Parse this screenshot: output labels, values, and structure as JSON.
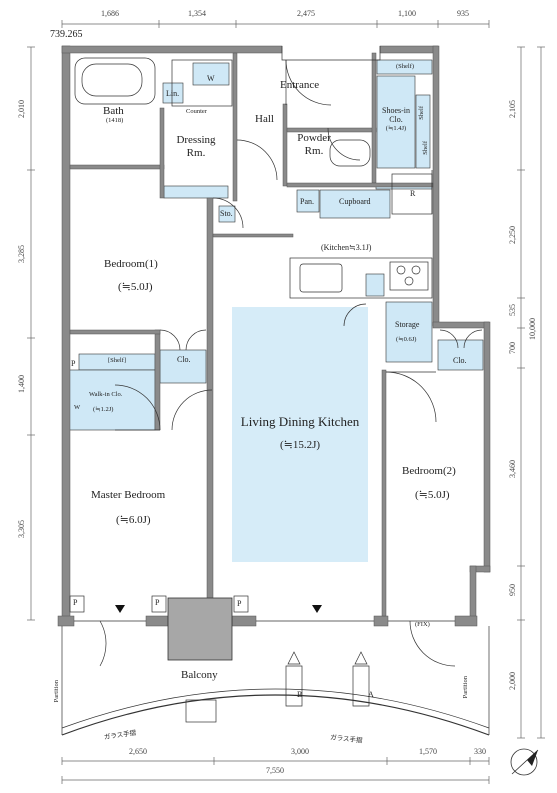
{
  "dims_top": [
    "1,686",
    "1,354",
    "2,475",
    "1,100",
    "935"
  ],
  "corner_value": "739.265",
  "dims_left": [
    "2,010",
    "3,285",
    "1,400",
    "3,305"
  ],
  "dims_right": [
    "2,105",
    "2,250",
    "535",
    "700",
    "3,460",
    "950",
    "2,000"
  ],
  "dim_right_total": "10,000",
  "dims_bottom": [
    "2,650",
    "3,000",
    "1,570",
    "330"
  ],
  "dim_bottom_total": "7,550",
  "rooms": {
    "bath": "Bath",
    "bath_sub": "(1418)",
    "lin": "Lin.",
    "w": "W",
    "counter": "Counter",
    "dressing": "Dressing",
    "dressing_2": "Rm.",
    "entrance": "Entrance",
    "hall": "Hall",
    "powder": "Powder",
    "powder_2": "Rm.",
    "shelf_top": "(Shelf)",
    "shoes": "Shoes-in",
    "shoes_2": "Clo.",
    "shoes_3": "(≒1.4J)",
    "shelf_side_1": "Shelf",
    "shelf_side_2": "Shelf",
    "sto": "Sto.",
    "pan": "Pan.",
    "cupboard": "Cupboard",
    "r": "R",
    "kitchen": "(Kitchen≒3.1J)",
    "bedroom1": "Bedroom(1)",
    "bedroom1_area": "(≒5.0J)",
    "storage": "Storage",
    "storage_area": "(≒0.6J)",
    "p": "P",
    "shelf_wic": "[Shelf]",
    "clo": "Clo.",
    "clo_right": "Clo.",
    "wic": "Walk-in Clo.",
    "wic_area": "(≒1.2J)",
    "wic_w": "W",
    "ldk": "Living Dining Kitchen",
    "ldk_area": "(≒15.2J)",
    "bedroom2": "Bedroom(2)",
    "bedroom2_area": "(≒5.0J)",
    "master": "Master Bedroom",
    "master_area": "(≒6.0J)",
    "fix": "(FIX)",
    "balcony": "Balcony",
    "partition": "Partition",
    "glass_rail": "ガラス手摺",
    "unit_a": "A",
    "unit_b": "B"
  },
  "colors": {
    "wall": "#8a8a8a",
    "fixture": "#cfe8f6",
    "ldk": "#d6ecf8",
    "unit": "#a7a7a7",
    "line": "#333333"
  }
}
